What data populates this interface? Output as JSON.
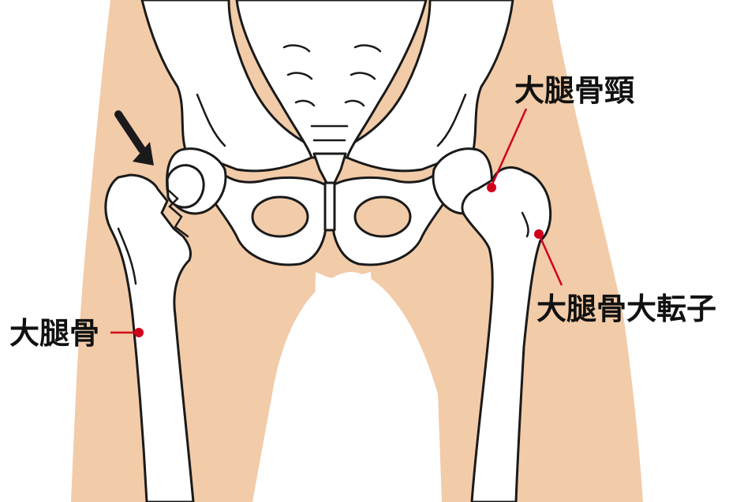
{
  "labels": {
    "femur": "大腿骨",
    "femoral_neck": "大腿骨頸",
    "greater_trochanter": "大腿骨大転子"
  },
  "colors": {
    "skin": "#f2cba8",
    "bone": "#ffffff",
    "outline": "#1a1a1a",
    "marker": "#d0021b",
    "leader_line": "#d0021b",
    "text": "#111111"
  },
  "icons": {
    "fracture_arrow": "arrow-down-right-icon"
  }
}
